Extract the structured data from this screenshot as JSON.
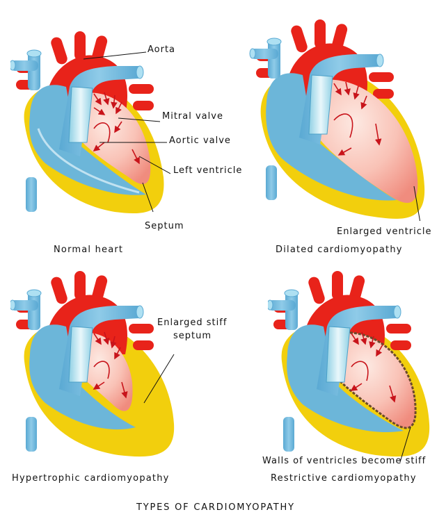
{
  "title": "TYPES OF CARDIOMYOPATHY",
  "panels": {
    "normal": {
      "caption": "Normal heart",
      "labels": {
        "aorta": "Aorta",
        "mitral": "Mitral valve",
        "aortic": "Aortic valve",
        "left_ventricle": "Left ventricle",
        "septum": "Septum"
      }
    },
    "dilated": {
      "caption": "Dilated cardiomyopathy",
      "labels": {
        "enlarged": "Enlarged ventricle"
      }
    },
    "hypertrophic": {
      "caption": "Hypertrophic cardiomyopathy",
      "labels": {
        "stiff1": "Enlarged stiff",
        "stiff2": "septum"
      }
    },
    "restrictive": {
      "caption": "Restrictive cardiomyopathy",
      "labels": {
        "walls": "Walls of ventricles become stiff"
      }
    }
  },
  "colors": {
    "wall": "#f2cf0d",
    "vessel_blue": "#6cb6d9",
    "vessel_blue_light": "#aee0f2",
    "aorta_red": "#e8231a",
    "ventricle_pink": "#f6a59a",
    "ventricle_light": "#fde0d8",
    "arrow_red": "#c8141b",
    "stiff_wall": "#6b4a2a"
  }
}
